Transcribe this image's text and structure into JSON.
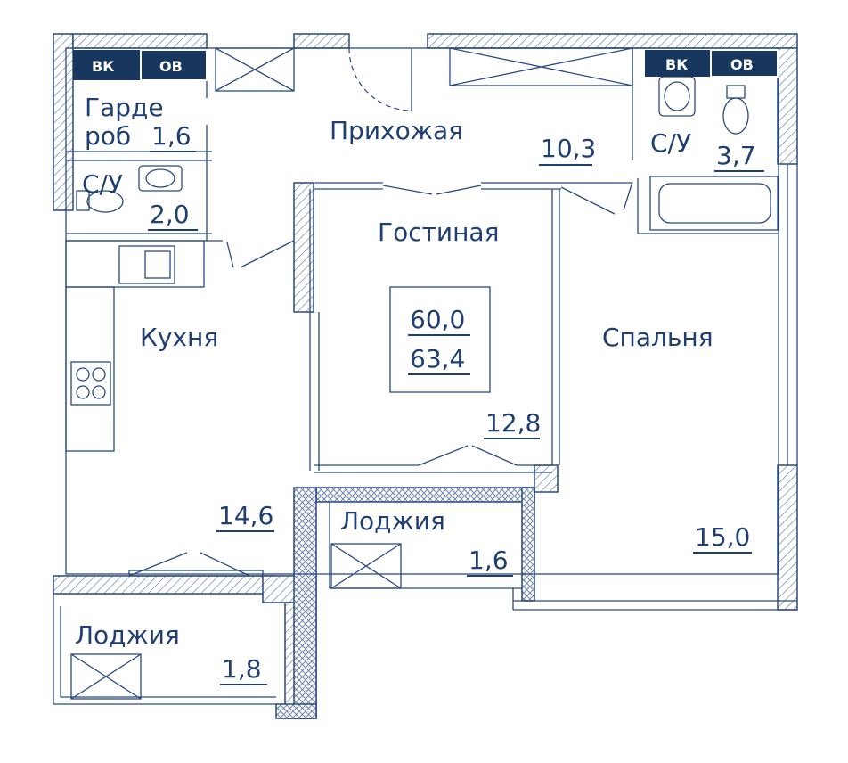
{
  "plan": {
    "accent_color": "#1f3f73",
    "utility_tags": [
      {
        "id": "wardrobe-vk",
        "text": "ВК"
      },
      {
        "id": "wardrobe-ov",
        "text": "ОВ"
      },
      {
        "id": "bath-vk",
        "text": "ВК"
      },
      {
        "id": "bath-ov",
        "text": "ОВ"
      }
    ],
    "rooms": {
      "wardrobe": {
        "label_line1": "Гарде",
        "label_line2": "роб",
        "area": "1,6"
      },
      "hallway": {
        "label": "Прихожая",
        "area": "10,3"
      },
      "bathroom_large": {
        "label": "С/У",
        "area": "3,7"
      },
      "bathroom_small": {
        "label": "С/У",
        "area": "2,0"
      },
      "living": {
        "label": "Гостиная",
        "area": "12,8"
      },
      "kitchen": {
        "label": "Кухня",
        "area": "14,6"
      },
      "bedroom": {
        "label": "Спальня",
        "area": "15,0"
      },
      "loggia_center": {
        "label": "Лоджия",
        "area": "1,6"
      },
      "loggia_left": {
        "label": "Лоджия",
        "area": "1,8"
      }
    },
    "totals": {
      "living_area": "60,0",
      "total_area": "63,4"
    }
  }
}
